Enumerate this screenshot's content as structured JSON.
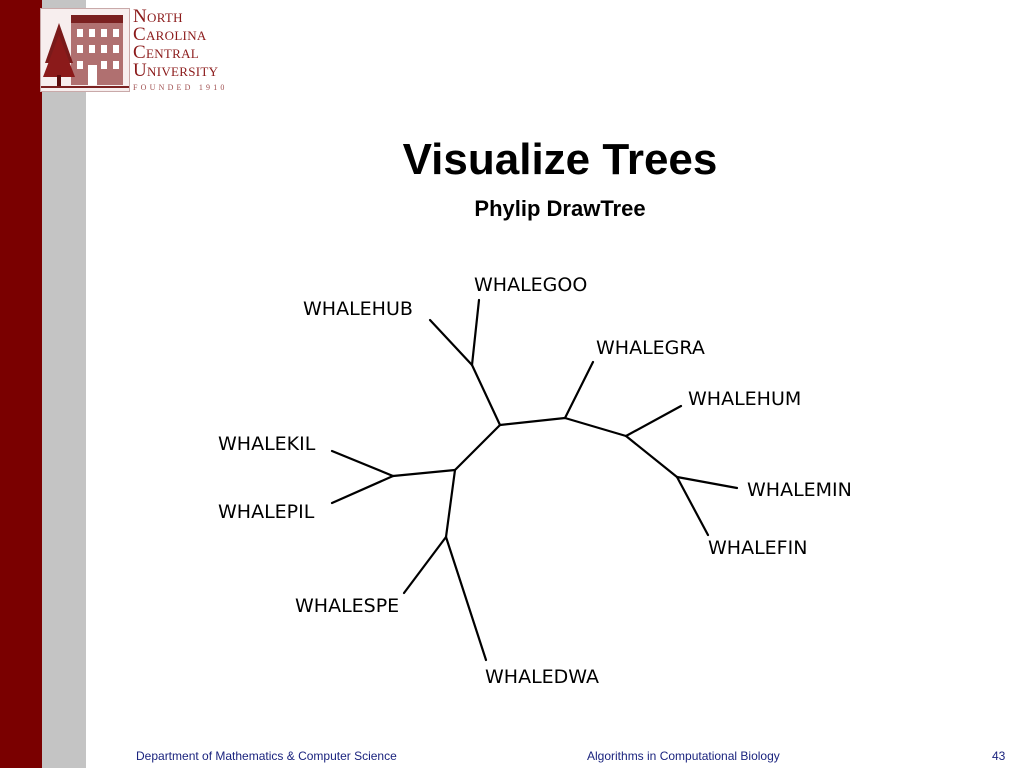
{
  "logo": {
    "line1": "North",
    "line2": "Carolina",
    "line3": "Central",
    "line4": "University",
    "founded": "FOUNDED 1910"
  },
  "slide": {
    "title": "Visualize Trees",
    "subtitle": "Phylip DrawTree"
  },
  "tree": {
    "leaves": {
      "goo": "WHALEGOO",
      "hub": "WHALEHUB",
      "gra": "WHALEGRA",
      "hum": "WHALEHUM",
      "kil": "WHALEKIL",
      "min": "WHALEMIN",
      "pil": "WHALEPIL",
      "fin": "WHALEFIN",
      "spe": "WHALESPE",
      "dwa": "WHALEDWA"
    }
  },
  "footer": {
    "left": "Department of Mathematics & Computer Science",
    "center": "Algorithms in Computational Biology",
    "page": "43"
  },
  "colors": {
    "sidebar_red": "#7a0000",
    "sidebar_gray": "#c4c4c4",
    "logo_red": "#8b1a1a",
    "footer_text": "#1a237e"
  }
}
